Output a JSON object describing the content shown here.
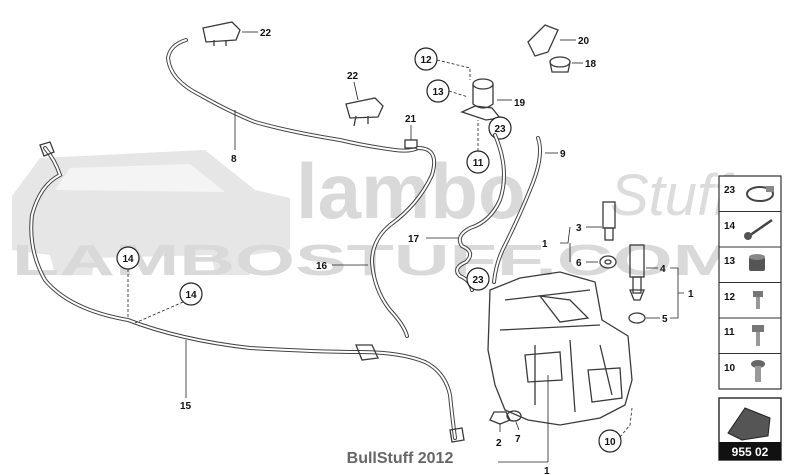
{
  "watermark": {
    "logo_main": "lambo",
    "logo_script": "Stuff",
    "banner": "LAMBOSTUFF.COM"
  },
  "callouts": {
    "c1a": "1",
    "c1b": "1",
    "c1c": "1",
    "c2": "2",
    "c3": "3",
    "c4": "4",
    "c5": "5",
    "c6": "6",
    "c7": "7",
    "c8": "8",
    "c9": "9",
    "c15": "15",
    "c16": "16",
    "c17": "17",
    "c18": "18",
    "c19": "19",
    "c20": "20",
    "c21": "21",
    "c22a": "22",
    "c22b": "22"
  },
  "circled": {
    "c10": "10",
    "c11": "11",
    "c12": "12",
    "c13": "13",
    "c14a": "14",
    "c14b": "14",
    "c23a": "23",
    "c23b": "23"
  },
  "legend": {
    "items": [
      "23",
      "14",
      "13",
      "12",
      "11",
      "10"
    ],
    "page_code": "955 02"
  },
  "footer": "BullStuff 2012"
}
